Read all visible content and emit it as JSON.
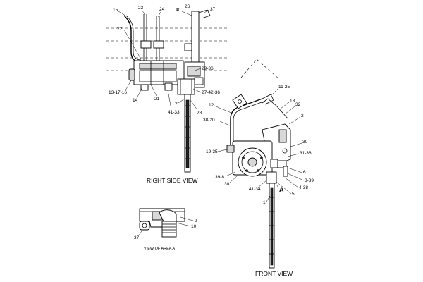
{
  "captions": {
    "right_side_view": "RIGHT SIDE VIEW",
    "front_view": "FRONT VIEW",
    "view_of_area_a": "VIEW OF AREA A",
    "area_marker": "A"
  },
  "callouts": {
    "c15": "15",
    "c23": "23",
    "c24": "24",
    "c40": "40",
    "c26": "26",
    "c37_top": "37",
    "c22": "22",
    "c29_36": "29-36",
    "c13_17_16": "13-17-16",
    "c14": "14",
    "c21": "21",
    "c41_33": "41-33",
    "c7": "7",
    "c28": "28",
    "c27_42_36": "27-42-36",
    "c11_25": "11-25",
    "c12": "12",
    "c18": "18",
    "c32": "32",
    "c2": "2",
    "c38_20": "38-20",
    "c30_right": "30",
    "c31_36": "31-36",
    "c19_35": "19-35",
    "c6": "6",
    "c3_39": "3-39",
    "c39_8": "39-8",
    "c4_38": "4-38",
    "c30_left": "30",
    "c41_34": "41-34",
    "c5": "5",
    "c1": "1",
    "c9": "9",
    "c10": "10",
    "c37_detail": "37"
  }
}
